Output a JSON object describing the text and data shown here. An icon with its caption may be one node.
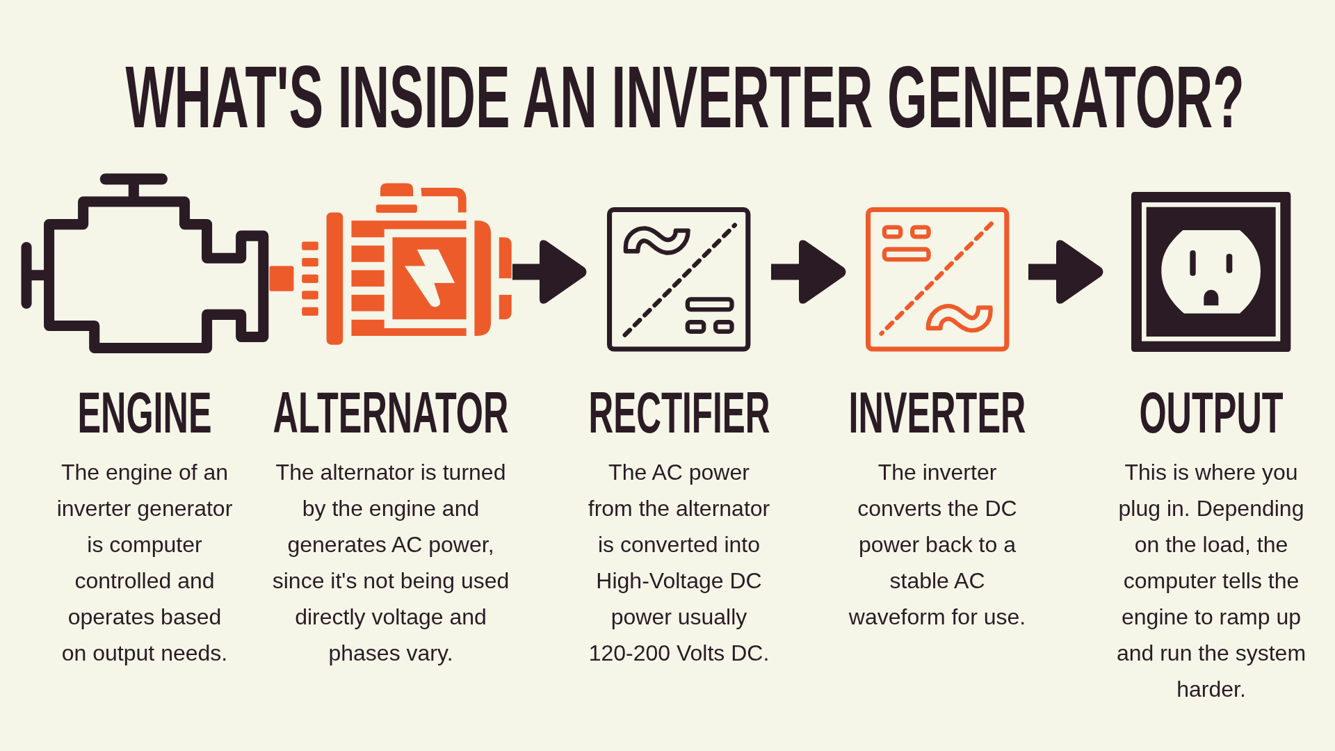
{
  "diagram": {
    "title": "WHAT'S INSIDE AN INVERTER GENERATOR?",
    "nodes": [
      {
        "text": [
          "ENGINE",
          "The engine of an inverter generator is computer controlled and operates based on output needs."
        ]
      },
      {
        "text": [
          "ALTERNATOR",
          "The alternator is turned by the engine and generates AC power, since it's not being used directly voltage and phases vary."
        ]
      },
      {
        "text": [
          "RECTIFIER",
          "The AC power from the alternator is converted into High-Voltage DC power usually 120-200 Volts DC."
        ]
      },
      {
        "text": [
          "INVERTER",
          "The inverter converts the DC power back to a stable AC waveform for use."
        ]
      },
      {
        "text": [
          "OUTPUT",
          "This is where you plug in. Depending on the load, the computer tells the engine to ramp up and run the system harder."
        ]
      }
    ],
    "edges": [
      {
        "from": 1,
        "to": 2,
        "arrow": "to"
      },
      {
        "from": 2,
        "to": 3,
        "arrow": "to"
      },
      {
        "from": 3,
        "to": 4,
        "arrow": "to"
      }
    ]
  }
}
